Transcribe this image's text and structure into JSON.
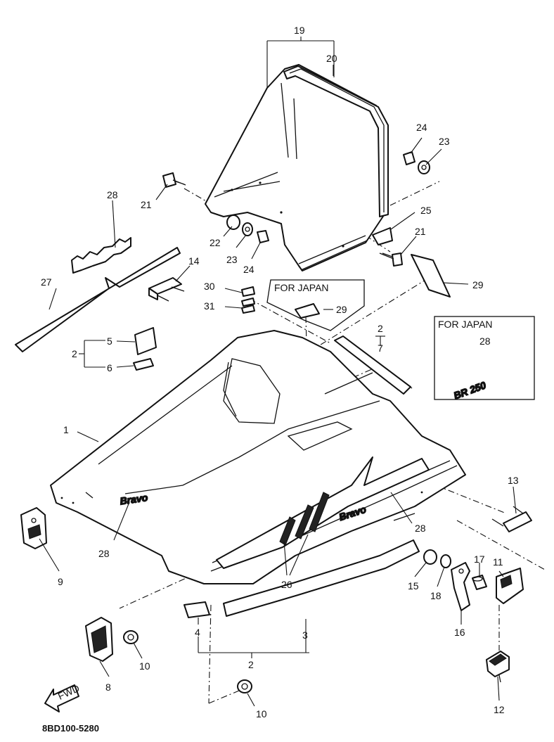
{
  "callouts": {
    "c1": "1",
    "c2a": "2",
    "c2b": "2",
    "c2c": "2",
    "c3": "3",
    "c4": "4",
    "c5": "5",
    "c6": "6",
    "c7": "7",
    "c8": "8",
    "c9": "9",
    "c10a": "10",
    "c10b": "10",
    "c11": "11",
    "c12": "12",
    "c13": "13",
    "c14": "14",
    "c15": "15",
    "c16": "16",
    "c17": "17",
    "c18": "18",
    "c19": "19",
    "c20": "20",
    "c21a": "21",
    "c21b": "21",
    "c22": "22",
    "c23a": "23",
    "c23b": "23",
    "c24a": "24",
    "c24b": "24",
    "c25": "25",
    "c26": "26",
    "c27": "27",
    "c28a": "28",
    "c28b": "28",
    "c28c": "28",
    "c28d": "28",
    "c29a": "29",
    "c29b": "29",
    "c30": "30",
    "c31": "31"
  },
  "boxes": {
    "japan_box_1": "FOR JAPAN",
    "japan_box_2": "FOR JAPAN"
  },
  "decals": {
    "bravo_left": "Bravo",
    "bravo_right": "Bravo",
    "br250": "BR 250"
  },
  "arrow": {
    "label": "FWD"
  },
  "diagram_code": "8BD100-5280"
}
